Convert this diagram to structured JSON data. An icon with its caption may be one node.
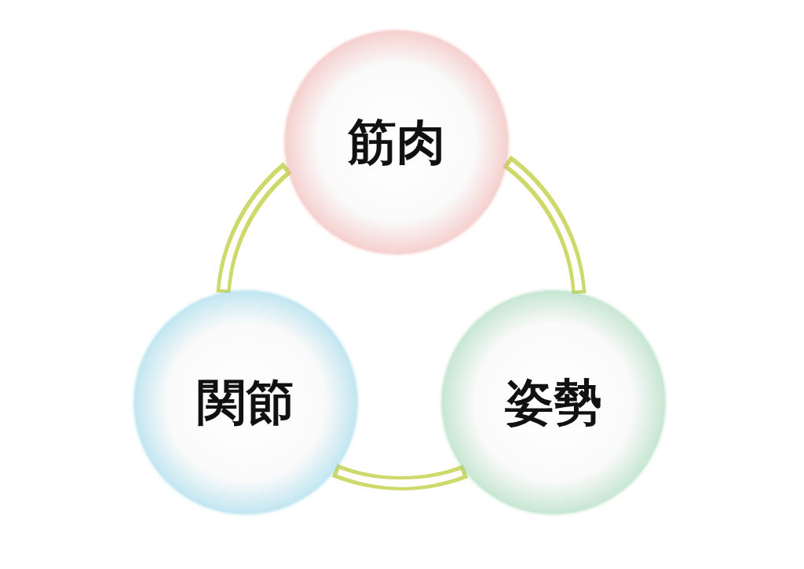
{
  "diagram": {
    "nodes": [
      {
        "text": [
          "筋肉"
        ]
      },
      {
        "text": [
          "関節"
        ]
      },
      {
        "text": [
          "姿勢"
        ]
      }
    ],
    "edges": [
      {
        "from": 0,
        "to": 2,
        "arrow": "none"
      },
      {
        "from": 2,
        "to": 1,
        "arrow": "none"
      },
      {
        "from": 1,
        "to": 0,
        "arrow": "none"
      }
    ]
  }
}
